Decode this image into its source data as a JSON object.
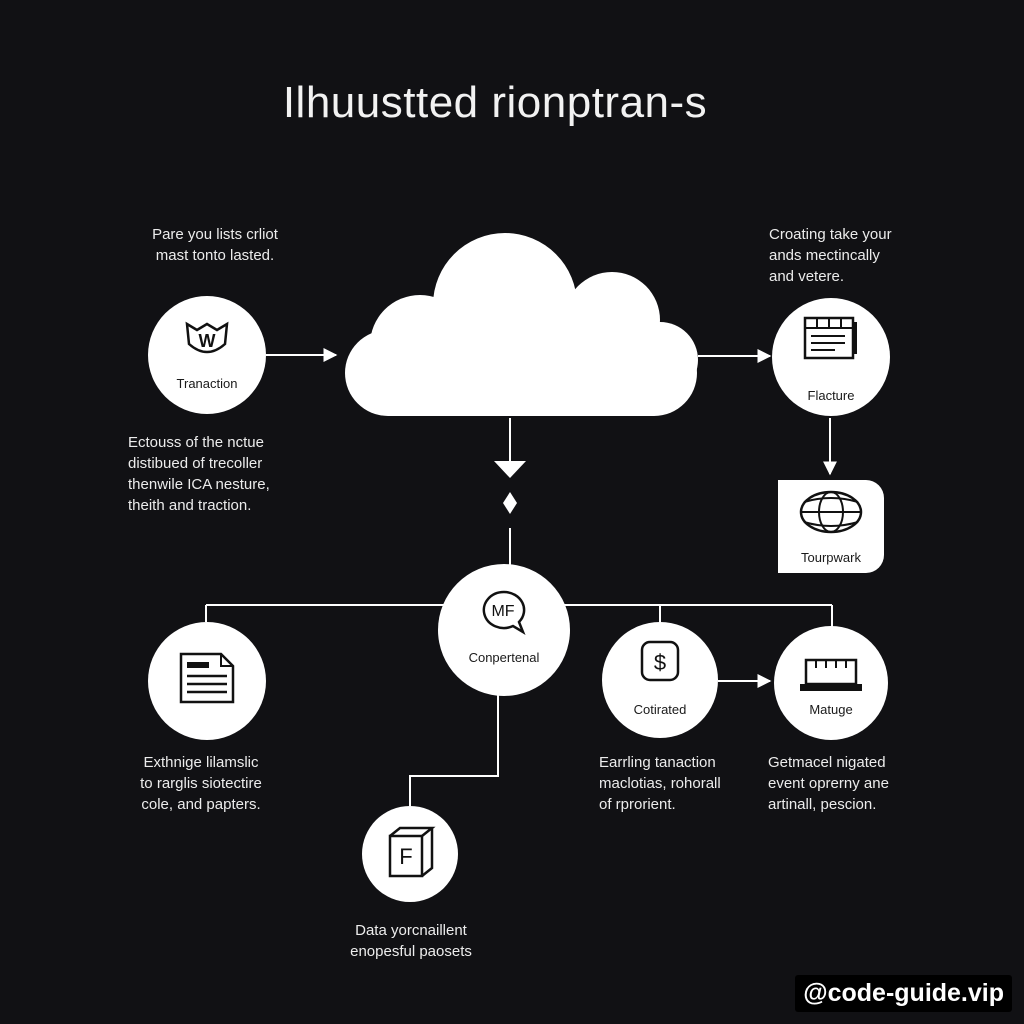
{
  "title": "Ilhuustted rionptran-s",
  "notes": {
    "top_left": "Pare you lists crliot\nmast tonto lasted.",
    "top_right": "Croating take your\nands mectincally\nand vetere.",
    "mid_left": "Ectouss of the nctue\ndistibued of trecoller\nthenwile ICA nesture,\ntheith and traction.",
    "bottom_left": "Exthnige lilamslic\nto rarglis siotectire\ncole, and papters.",
    "bottom_mid": "Earrling tanaction\nmaclotias, rohorall\nof rprorient.",
    "bottom_right": "Getmacel nigated\nevent oprerny ane\nartinall, pescion.",
    "bottom_center": "Data yorcnaillent\nenopesful paosets"
  },
  "nodes": {
    "transaction": {
      "label": "Tranaction",
      "icon_text": "W",
      "icon": "shield-icon"
    },
    "fracture": {
      "label": "Flacture",
      "icon": "server-icon"
    },
    "tourpwark": {
      "label": "Tourpwark",
      "icon": "globe-icon"
    },
    "document": {
      "label": "",
      "icon": "document-icon"
    },
    "conpertenal": {
      "label": "Conpertenal",
      "icon_text": "MF",
      "icon": "chat-bubble-icon"
    },
    "cotirated": {
      "label": "Cotirated",
      "icon_text": "$",
      "icon": "dollar-icon"
    },
    "matuge": {
      "label": "Matuge",
      "icon": "machine-icon"
    },
    "file": {
      "label": "",
      "icon_text": "F",
      "icon": "cube-icon"
    }
  },
  "cloud": {
    "icon": "cloud-icon"
  },
  "watermark": "@code-guide.vip",
  "colors": {
    "background": "#111114",
    "foreground": "#ffffff"
  }
}
